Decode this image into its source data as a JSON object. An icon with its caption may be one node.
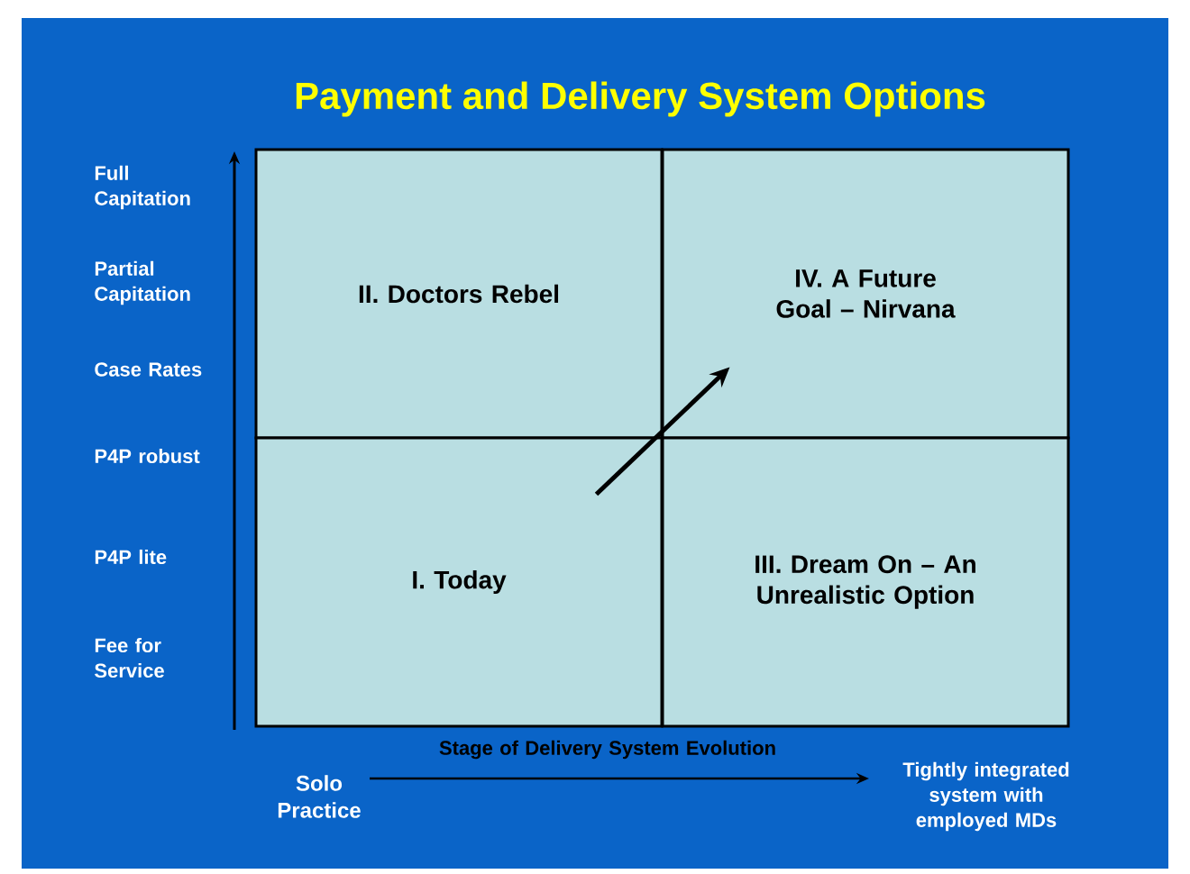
{
  "diagram": {
    "title": "Payment and Delivery System Options",
    "nodes": [
      {
        "text": [
          "II. Doctors Rebel"
        ]
      },
      {
        "text": [
          "IV. A Future Goal – Nirvana"
        ]
      },
      {
        "text": [
          "I. Today"
        ]
      },
      {
        "text": [
          "III. Dream On – An Unrealistic Option"
        ]
      }
    ],
    "edges": [
      {
        "from": 2,
        "to": 1,
        "arrow": "to"
      }
    ],
    "labels": [
      "Full Capitation",
      "Partial Capitation",
      "Case Rates",
      "P4P robust",
      "P4P lite",
      "Fee for Service",
      "Stage of Delivery System Evolution",
      "Solo Practice",
      "Tightly integrated system with employed MDs"
    ]
  }
}
